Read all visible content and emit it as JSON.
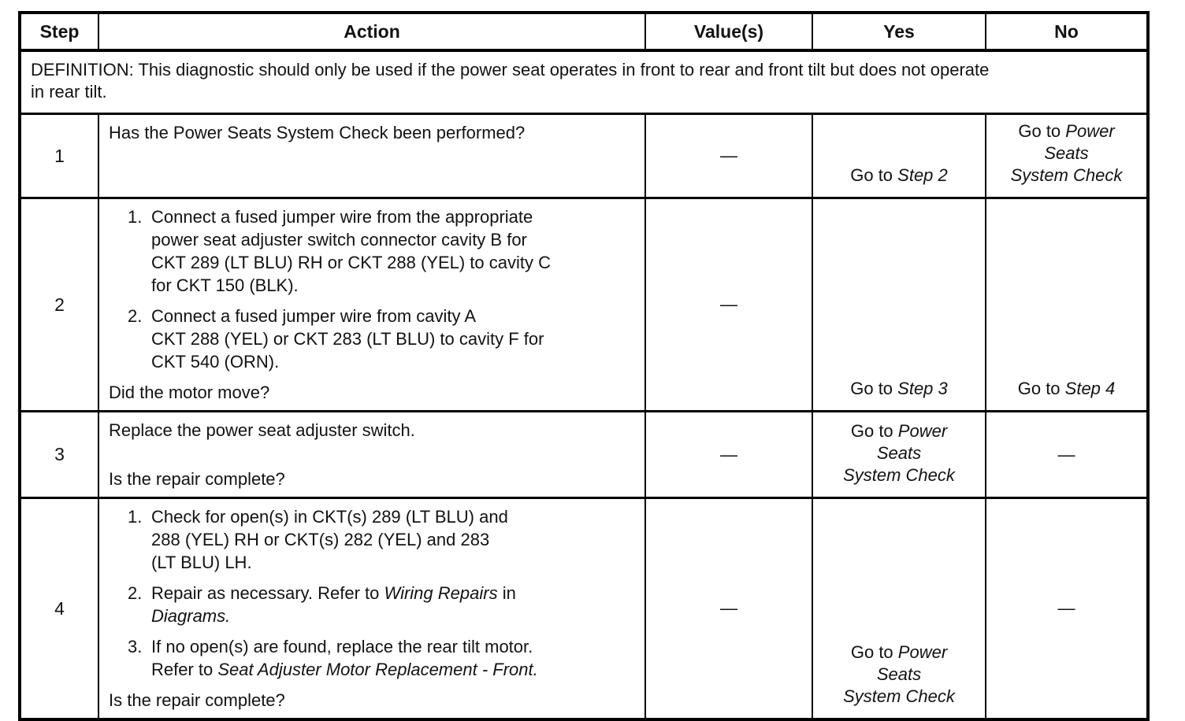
{
  "table": {
    "headers": {
      "step": "Step",
      "action": "Action",
      "values": "Value(s)",
      "yes": "Yes",
      "no": "No"
    },
    "definition": "DEFINITION: This diagnostic should only be used if the power seat operates in front to rear and front tilt but does not operate\nin rear tilt.",
    "rows": [
      {
        "step": "1",
        "action": {
          "question": "Has the Power Seats System Check been performed?"
        },
        "value": [
          {
            "t": "—"
          }
        ],
        "yes": [
          {
            "t": "Go to "
          },
          {
            "t": "Step 2",
            "i": true
          }
        ],
        "no": [
          {
            "t": "Go to "
          },
          {
            "t": "Power\nSeats\nSystem Check",
            "i": true
          }
        ]
      },
      {
        "step": "2",
        "action": {
          "items": [
            {
              "num": "1.",
              "segs": [
                {
                  "t": "Connect a fused jumper wire from the appropriate\npower seat adjuster switch connector cavity B for\nCKT 289 (LT BLU) RH or CKT 288 (YEL) to cavity C\nfor CKT 150 (BLK)."
                }
              ]
            },
            {
              "num": "2.",
              "segs": [
                {
                  "t": "Connect a fused jumper wire from cavity A\nCKT 288 (YEL) or CKT 283 (LT BLU) to cavity F for\nCKT 540 (ORN)."
                }
              ]
            }
          ],
          "question": "Did the motor move?"
        },
        "value": [
          {
            "t": "—"
          }
        ],
        "yes": [
          {
            "t": "Go to "
          },
          {
            "t": "Step 3",
            "i": true
          }
        ],
        "no": [
          {
            "t": "Go to "
          },
          {
            "t": "Step 4",
            "i": true
          }
        ]
      },
      {
        "step": "3",
        "action": {
          "text": "Replace the power seat adjuster switch.",
          "question": "Is the repair complete?"
        },
        "value": [
          {
            "t": "—"
          }
        ],
        "yes": [
          {
            "t": "Go to "
          },
          {
            "t": "Power\nSeats\nSystem Check",
            "i": true
          }
        ],
        "no": [
          {
            "t": "—"
          }
        ]
      },
      {
        "step": "4",
        "action": {
          "items": [
            {
              "num": "1.",
              "segs": [
                {
                  "t": "Check for open(s) in CKT(s) 289 (LT BLU) and\n288 (YEL) RH or CKT(s) 282 (YEL) and 283\n(LT BLU) LH."
                }
              ]
            },
            {
              "num": "2.",
              "segs": [
                {
                  "t": "Repair as necessary. Refer to "
                },
                {
                  "t": "Wiring Repairs",
                  "i": true
                },
                {
                  "t": " in\n"
                },
                {
                  "t": "Diagrams.",
                  "i": true
                }
              ]
            },
            {
              "num": "3.",
              "segs": [
                {
                  "t": "If no open(s) are found, replace the rear tilt motor.\nRefer to "
                },
                {
                  "t": "Seat Adjuster Motor Replacement - Front.",
                  "i": true
                }
              ]
            }
          ],
          "question": "Is the repair complete?"
        },
        "value": [
          {
            "t": "—"
          }
        ],
        "yes": [
          {
            "t": "Go to "
          },
          {
            "t": "Power\nSeats\nSystem Check",
            "i": true
          }
        ],
        "no": [
          {
            "t": "—"
          }
        ]
      }
    ]
  }
}
